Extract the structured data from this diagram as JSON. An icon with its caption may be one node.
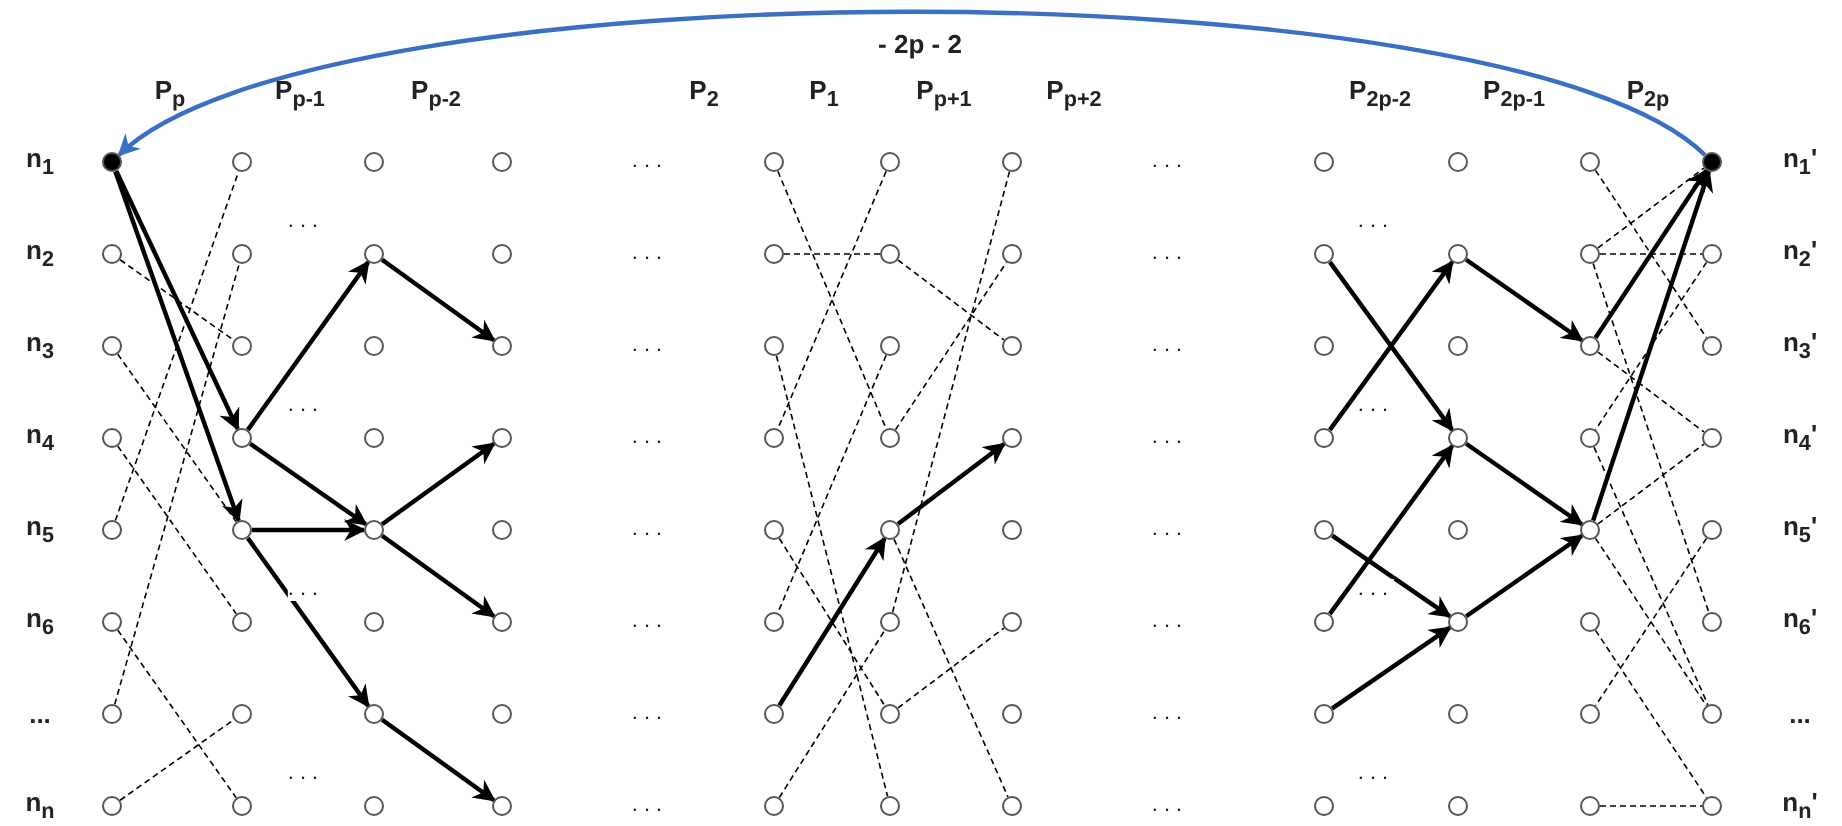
{
  "diagram": {
    "nodes": [
      {
        "text": [],
        "shape": "dot"
      },
      {
        "text": [],
        "shape": "circle"
      },
      {
        "text": [],
        "shape": "circle"
      },
      {
        "text": [],
        "shape": "circle"
      },
      {
        "text": [],
        "shape": "circle"
      },
      {
        "text": [],
        "shape": "circle"
      },
      {
        "text": [],
        "shape": "circle"
      },
      {
        "text": [],
        "shape": "circle"
      },
      {
        "text": [],
        "shape": "circle"
      },
      {
        "text": [],
        "shape": "circle"
      },
      {
        "text": [],
        "shape": "circle"
      },
      {
        "text": [],
        "shape": "circle"
      },
      {
        "text": [],
        "shape": "circle"
      },
      {
        "text": [],
        "shape": "circle"
      },
      {
        "text": [],
        "shape": "circle"
      },
      {
        "text": [],
        "shape": "circle"
      },
      {
        "text": [],
        "shape": "circle"
      },
      {
        "text": [],
        "shape": "circle"
      },
      {
        "text": [],
        "shape": "circle"
      },
      {
        "text": [],
        "shape": "circle"
      },
      {
        "text": [],
        "shape": "circle"
      },
      {
        "text": [],
        "shape": "circle"
      },
      {
        "text": [],
        "shape": "circle"
      },
      {
        "text": [],
        "shape": "circle"
      },
      {
        "text": [],
        "shape": "circle"
      },
      {
        "text": [],
        "shape": "circle"
      },
      {
        "text": [],
        "shape": "circle"
      },
      {
        "text": [],
        "shape": "circle"
      },
      {
        "text": [],
        "shape": "circle"
      },
      {
        "text": [],
        "shape": "circle"
      },
      {
        "text": [],
        "shape": "circle"
      },
      {
        "text": [],
        "shape": "circle"
      },
      {
        "text": [],
        "shape": "circle"
      },
      {
        "text": [],
        "shape": "circle"
      },
      {
        "text": [],
        "shape": "circle"
      },
      {
        "text": [],
        "shape": "circle"
      },
      {
        "text": [],
        "shape": "circle"
      },
      {
        "text": [],
        "shape": "circle"
      },
      {
        "text": [],
        "shape": "circle"
      },
      {
        "text": [],
        "shape": "circle"
      },
      {
        "text": [],
        "shape": "circle"
      },
      {
        "text": [],
        "shape": "circle"
      },
      {
        "text": [],
        "shape": "circle"
      },
      {
        "text": [],
        "shape": "circle"
      },
      {
        "text": [],
        "shape": "circle"
      },
      {
        "text": [],
        "shape": "circle"
      },
      {
        "text": [],
        "shape": "circle"
      },
      {
        "text": [],
        "shape": "circle"
      },
      {
        "text": [],
        "shape": "circle"
      },
      {
        "text": [],
        "shape": "circle"
      },
      {
        "text": [],
        "shape": "circle"
      },
      {
        "text": [],
        "shape": "circle"
      },
      {
        "text": [],
        "shape": "circle"
      },
      {
        "text": [],
        "shape": "circle"
      },
      {
        "text": [],
        "shape": "circle"
      },
      {
        "text": [],
        "shape": "circle"
      },
      {
        "text": [],
        "shape": "circle"
      },
      {
        "text": [],
        "shape": "circle"
      },
      {
        "text": [],
        "shape": "circle"
      },
      {
        "text": [],
        "shape": "circle"
      },
      {
        "text": [],
        "shape": "circle"
      },
      {
        "text": [],
        "shape": "circle"
      },
      {
        "text": [],
        "shape": "circle"
      },
      {
        "text": [],
        "shape": "circle"
      },
      {
        "text": [],
        "shape": "circle"
      },
      {
        "text": [],
        "shape": "circle"
      },
      {
        "text": [],
        "shape": "circle"
      },
      {
        "text": [],
        "shape": "circle"
      },
      {
        "text": [],
        "shape": "circle"
      },
      {
        "text": [],
        "shape": "circle"
      },
      {
        "text": [],
        "shape": "circle"
      },
      {
        "text": [],
        "shape": "circle"
      },
      {
        "text": [],
        "shape": "circle"
      },
      {
        "text": [],
        "shape": "circle"
      },
      {
        "text": [],
        "shape": "circle"
      },
      {
        "text": [],
        "shape": "circle"
      },
      {
        "text": [],
        "shape": "circle"
      },
      {
        "text": [],
        "shape": "circle"
      },
      {
        "text": [],
        "shape": "circle"
      },
      {
        "text": [],
        "shape": "circle"
      },
      {
        "text": [],
        "shape": "dot"
      },
      {
        "text": [],
        "shape": "circle"
      },
      {
        "text": [],
        "shape": "circle"
      },
      {
        "text": [],
        "shape": "circle"
      },
      {
        "text": [],
        "shape": "circle"
      },
      {
        "text": [],
        "shape": "circle"
      },
      {
        "text": [],
        "shape": "circle"
      },
      {
        "text": [],
        "shape": "circle"
      }
    ],
    "edges": [
      {
        "from": 80,
        "to": 0,
        "arrow": "to",
        "label": "- 2p - 2",
        "color": "#3a6fc4"
      },
      {
        "from": 0,
        "to": 11,
        "arrow": "to"
      },
      {
        "from": 0,
        "to": 12,
        "arrow": "to"
      },
      {
        "from": 11,
        "to": 17,
        "arrow": "to"
      },
      {
        "from": 11,
        "to": 20,
        "arrow": "to"
      },
      {
        "from": 12,
        "to": 20,
        "arrow": "to"
      },
      {
        "from": 12,
        "to": 22,
        "arrow": "to"
      },
      {
        "from": 17,
        "to": 26,
        "arrow": "to"
      },
      {
        "from": 20,
        "to": 27,
        "arrow": "to"
      },
      {
        "from": 20,
        "to": 29,
        "arrow": "to"
      },
      {
        "from": 22,
        "to": 31,
        "arrow": "to"
      },
      {
        "from": 1,
        "to": 10,
        "arrow": "none",
        "style": "dashed"
      },
      {
        "from": 4,
        "to": 8,
        "arrow": "none",
        "style": "dashed"
      },
      {
        "from": 2,
        "to": 12,
        "arrow": "none",
        "style": "dashed"
      },
      {
        "from": 3,
        "to": 13,
        "arrow": "none",
        "style": "dashed"
      },
      {
        "from": 6,
        "to": 9,
        "arrow": "none",
        "style": "dashed"
      },
      {
        "from": 5,
        "to": 15,
        "arrow": "none",
        "style": "dashed"
      },
      {
        "from": 7,
        "to": 14,
        "arrow": "none",
        "style": "dashed"
      },
      {
        "from": 38,
        "to": 44,
        "arrow": "to"
      },
      {
        "from": 44,
        "to": 51,
        "arrow": "to"
      },
      {
        "from": 32,
        "to": 43,
        "arrow": "none",
        "style": "dashed"
      },
      {
        "from": 33,
        "to": 41,
        "arrow": "none",
        "style": "dashed"
      },
      {
        "from": 40,
        "to": 35,
        "arrow": "none",
        "style": "dashed"
      },
      {
        "from": 34,
        "to": 47,
        "arrow": "none",
        "style": "dashed"
      },
      {
        "from": 36,
        "to": 46,
        "arrow": "none",
        "style": "dashed"
      },
      {
        "from": 42,
        "to": 37,
        "arrow": "none",
        "style": "dashed"
      },
      {
        "from": 39,
        "to": 45,
        "arrow": "none",
        "style": "dashed"
      },
      {
        "from": 41,
        "to": 50,
        "arrow": "none",
        "style": "dashed"
      },
      {
        "from": 43,
        "to": 49,
        "arrow": "none",
        "style": "dashed"
      },
      {
        "from": 45,
        "to": 48,
        "arrow": "none",
        "style": "dashed"
      },
      {
        "from": 46,
        "to": 53,
        "arrow": "none",
        "style": "dashed"
      },
      {
        "from": 44,
        "to": 55,
        "arrow": "none",
        "style": "dashed"
      },
      {
        "from": 57,
        "to": 67,
        "arrow": "to"
      },
      {
        "from": 59,
        "to": 65,
        "arrow": "to"
      },
      {
        "from": 60,
        "to": 69,
        "arrow": "to"
      },
      {
        "from": 61,
        "to": 67,
        "arrow": "to"
      },
      {
        "from": 62,
        "to": 69,
        "arrow": "to"
      },
      {
        "from": 65,
        "to": 74,
        "arrow": "to"
      },
      {
        "from": 67,
        "to": 76,
        "arrow": "to"
      },
      {
        "from": 69,
        "to": 76,
        "arrow": "to"
      },
      {
        "from": 74,
        "to": 80,
        "arrow": "to"
      },
      {
        "from": 76,
        "to": 80,
        "arrow": "to"
      },
      {
        "from": 72,
        "to": 82,
        "arrow": "none",
        "style": "dashed"
      },
      {
        "from": 73,
        "to": 81,
        "arrow": "none",
        "style": "dashed"
      },
      {
        "from": 73,
        "to": 80,
        "arrow": "none",
        "style": "dashed"
      },
      {
        "from": 73,
        "to": 85,
        "arrow": "none",
        "style": "dashed"
      },
      {
        "from": 81,
        "to": 75,
        "arrow": "none",
        "style": "dashed"
      },
      {
        "from": 74,
        "to": 83,
        "arrow": "none",
        "style": "dashed"
      },
      {
        "from": 76,
        "to": 83,
        "arrow": "none",
        "style": "dashed"
      },
      {
        "from": 75,
        "to": 86,
        "arrow": "none",
        "style": "dashed"
      },
      {
        "from": 84,
        "to": 78,
        "arrow": "none",
        "style": "dashed"
      },
      {
        "from": 77,
        "to": 87,
        "arrow": "none",
        "style": "dashed"
      },
      {
        "from": 76,
        "to": 86,
        "arrow": "none",
        "style": "dashed"
      },
      {
        "from": 79,
        "to": 87,
        "arrow": "none",
        "style": "dashed"
      }
    ],
    "labels": [
      "P$_{p}$",
      "P$_{p-1}$",
      "P$_{p-2}$",
      "P$_{2}$",
      "P$_{1}$",
      "P$_{p+1}$",
      "P$_{p+2}$",
      "P$_{2p-2}$",
      "P$_{2p-1}$",
      "P$_{2p}$",
      "n$_{1}$",
      "n$_{2}$",
      "n$_{3}$",
      "n$_{4}$",
      "n$_{5}$",
      "n$_{6}$",
      "...",
      "n$_{n}$",
      "n$_{1}$'",
      "n$_{2}$'",
      "n$_{3}$'",
      "n$_{4}$'",
      "n$_{5}$'",
      "n$_{6}$'",
      "...",
      "n$_{n}$'",
      "...",
      "...",
      "...",
      "...",
      "...",
      "...",
      "...",
      "...",
      "...",
      "...",
      "...",
      "...",
      "...",
      "...",
      "...",
      "...",
      "...",
      "...",
      "...",
      "...",
      "...",
      "...",
      "...",
      "..."
    ]
  }
}
